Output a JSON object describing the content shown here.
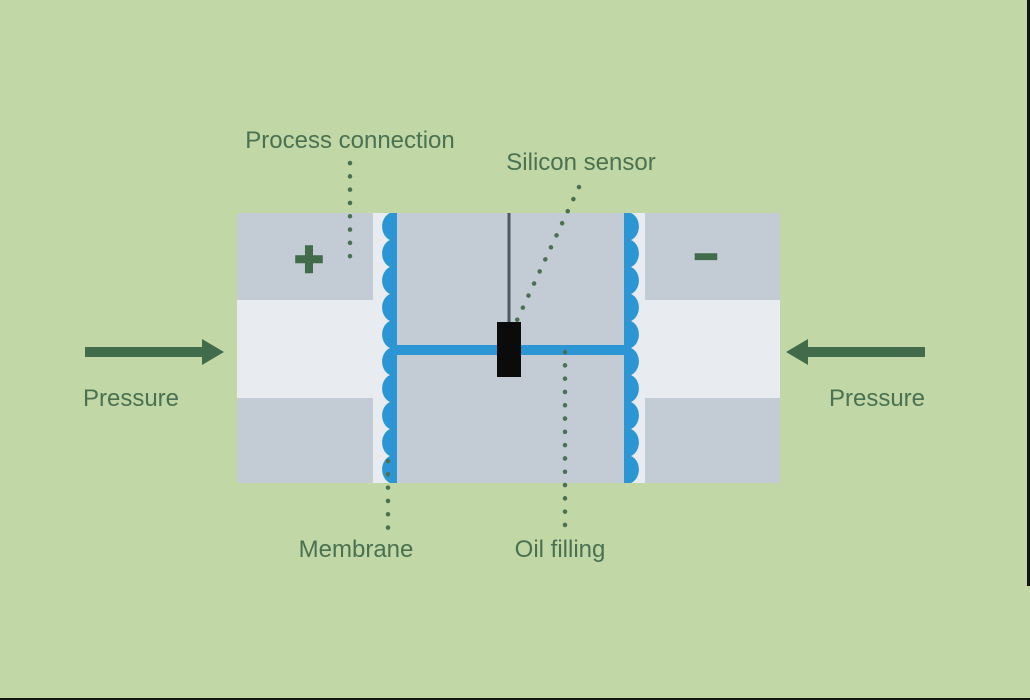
{
  "labels": {
    "process_connection": "Process connection",
    "silicon_sensor": "Silicon sensor",
    "membrane": "Membrane",
    "oil_filling": "Oil filling",
    "pressure_left": "Pressure",
    "pressure_right": "Pressure",
    "plus_symbol": "+",
    "minus_symbol": "−"
  },
  "icons": {
    "pressure_arrow_left_side": "arrow-right-icon",
    "pressure_arrow_right_side": "arrow-left-icon"
  },
  "colors": {
    "background": "#c1d8a6",
    "text_green": "#4a7151",
    "accent_green": "#426b4b",
    "block_gray": "#c3ccd4",
    "block_light": "#e8ecf0",
    "membrane_blue": "#2b96d3",
    "sensor_black": "#0b0b0b",
    "wire_gray": "#4d5962",
    "edge_black": "#141414"
  }
}
